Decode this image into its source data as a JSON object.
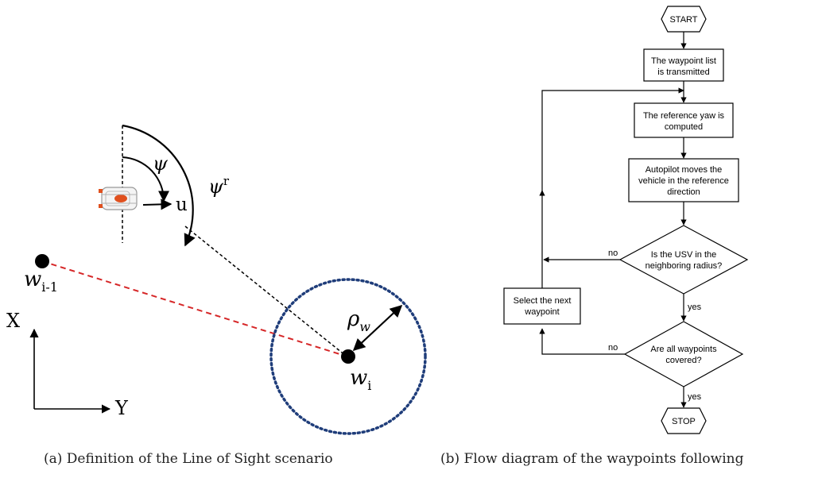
{
  "left_panel": {
    "caption": "(a) Definition of the Line of Sight scenario",
    "labels": {
      "psi": "ψ",
      "psi_r_base": "ψ",
      "psi_r_sup": "r",
      "u": "u",
      "w_prev_base": "w",
      "w_prev_sub": "i-1",
      "w_i_base": "w",
      "w_i_sub": "i",
      "rho_base": "ρ",
      "rho_sub": "w",
      "axis_x": "X",
      "axis_y": "Y"
    },
    "colors": {
      "path_line": "#d62728",
      "circle": "#1f3d7a",
      "boat_accent": "#e0501e"
    }
  },
  "right_panel": {
    "caption": "(b) Flow diagram of the waypoints following",
    "start": "START",
    "stop": "STOP",
    "box1": [
      "The waypoint list",
      "is transmitted"
    ],
    "box2": [
      "The reference yaw is",
      "computed"
    ],
    "box3": [
      "Autopilot moves the",
      "vehicle in the reference",
      "direction"
    ],
    "decision1": [
      "Is the USV in the",
      "neighboring radius?"
    ],
    "decision2": [
      "Are all waypoints",
      "covered?"
    ],
    "select_box": [
      "Select the next",
      "waypoint"
    ],
    "label_no_1": "no",
    "label_no_2": "no",
    "label_yes_1": "yes",
    "label_yes_2": "yes"
  }
}
